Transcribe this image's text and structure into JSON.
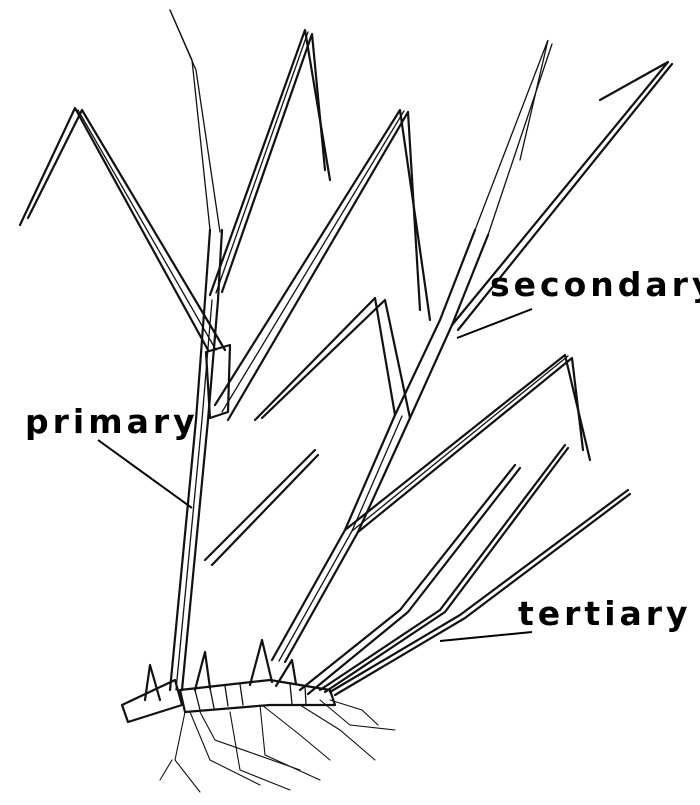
{
  "labels": {
    "primary": "primary",
    "secondary": "secondary",
    "tertiary": "tertiary"
  },
  "colors": {
    "ink": "#111111",
    "background": "#ffffff"
  }
}
